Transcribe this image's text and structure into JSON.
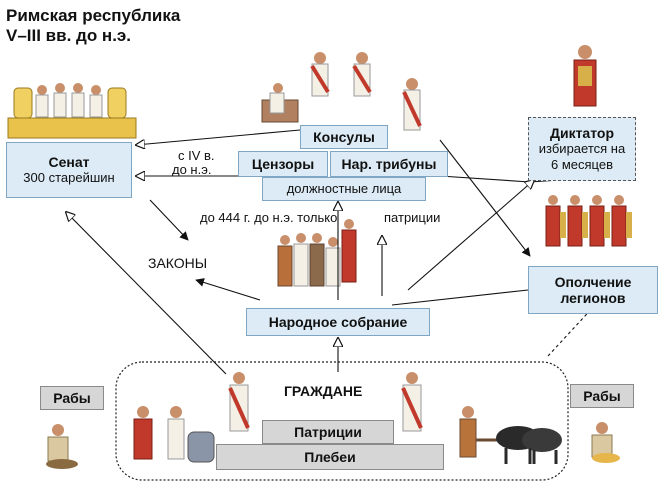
{
  "title_line1": "Римская республика",
  "title_line2": "V–III вв. до н.э.",
  "senate": {
    "name": "Сенат",
    "desc": "300 старейшин"
  },
  "consuls": "Консулы",
  "censors": "Цензоры",
  "tribunes": "Нар. трибуны",
  "officials": "должностные лица",
  "dictator": {
    "name": "Диктатор",
    "desc1": "избирается на",
    "desc2": "6 месяцев"
  },
  "militia": {
    "line1": "Ополчение",
    "line2": "легионов"
  },
  "assembly": "Народное собрание",
  "laws": "ЗАКОНЫ",
  "note_iv_1": "с  IV в.",
  "note_iv_2": "до н.э.",
  "note_444": "до 444 г. до н.э. только",
  "patricians_note": "патриции",
  "citizens": "ГРАЖДАНЕ",
  "patricians": "Патриции",
  "plebeians": "Плебеи",
  "slaves_left": "Рабы",
  "slaves_right": "Рабы"
}
